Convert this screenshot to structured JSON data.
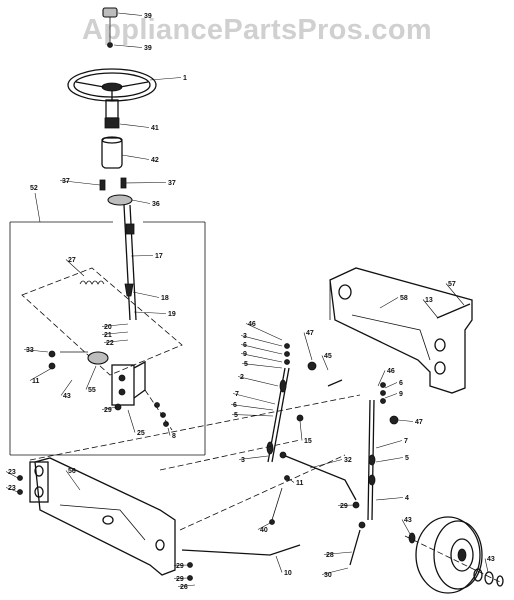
{
  "watermark": "AppliancePartsPros.com",
  "callouts": [
    {
      "id": "39a",
      "text": "39"
    },
    {
      "id": "39b",
      "text": "39"
    },
    {
      "id": "1",
      "text": "1"
    },
    {
      "id": "41",
      "text": "41"
    },
    {
      "id": "42",
      "text": "42"
    },
    {
      "id": "37a",
      "text": "37"
    },
    {
      "id": "37b",
      "text": "37"
    },
    {
      "id": "36",
      "text": "36"
    },
    {
      "id": "52",
      "text": "52"
    },
    {
      "id": "27",
      "text": "27"
    },
    {
      "id": "17",
      "text": "17"
    },
    {
      "id": "18",
      "text": "18"
    },
    {
      "id": "19",
      "text": "19"
    },
    {
      "id": "20",
      "text": "20"
    },
    {
      "id": "21",
      "text": "21"
    },
    {
      "id": "22",
      "text": "22"
    },
    {
      "id": "33",
      "text": "33"
    },
    {
      "id": "11a",
      "text": "11"
    },
    {
      "id": "43a",
      "text": "43"
    },
    {
      "id": "55",
      "text": "55"
    },
    {
      "id": "29a",
      "text": "29"
    },
    {
      "id": "25",
      "text": "25"
    },
    {
      "id": "8a",
      "text": "8"
    },
    {
      "id": "46a",
      "text": "46"
    },
    {
      "id": "3a",
      "text": "3"
    },
    {
      "id": "6a",
      "text": "6"
    },
    {
      "id": "9a",
      "text": "9"
    },
    {
      "id": "5a",
      "text": "5"
    },
    {
      "id": "47a",
      "text": "47"
    },
    {
      "id": "45",
      "text": "45"
    },
    {
      "id": "2",
      "text": "2"
    },
    {
      "id": "7a",
      "text": "7"
    },
    {
      "id": "6b",
      "text": "6"
    },
    {
      "id": "5b",
      "text": "5"
    },
    {
      "id": "15",
      "text": "15"
    },
    {
      "id": "58",
      "text": "58"
    },
    {
      "id": "13",
      "text": "13"
    },
    {
      "id": "57",
      "text": "57"
    },
    {
      "id": "46b",
      "text": "46"
    },
    {
      "id": "6c",
      "text": "6"
    },
    {
      "id": "9b",
      "text": "9"
    },
    {
      "id": "47b",
      "text": "47"
    },
    {
      "id": "7b",
      "text": "7"
    },
    {
      "id": "5c",
      "text": "5"
    },
    {
      "id": "3b",
      "text": "3"
    },
    {
      "id": "32",
      "text": "32"
    },
    {
      "id": "11b",
      "text": "11"
    },
    {
      "id": "4",
      "text": "4"
    },
    {
      "id": "29b",
      "text": "29"
    },
    {
      "id": "40",
      "text": "40"
    },
    {
      "id": "10",
      "text": "10"
    },
    {
      "id": "23a",
      "text": "23"
    },
    {
      "id": "23b",
      "text": "23"
    },
    {
      "id": "56",
      "text": "56"
    },
    {
      "id": "28",
      "text": "28"
    },
    {
      "id": "30",
      "text": "30"
    },
    {
      "id": "43b",
      "text": "43"
    },
    {
      "id": "43c",
      "text": "43"
    },
    {
      "id": "29c",
      "text": "29"
    },
    {
      "id": "29d",
      "text": "29"
    },
    {
      "id": "26",
      "text": "26"
    }
  ]
}
